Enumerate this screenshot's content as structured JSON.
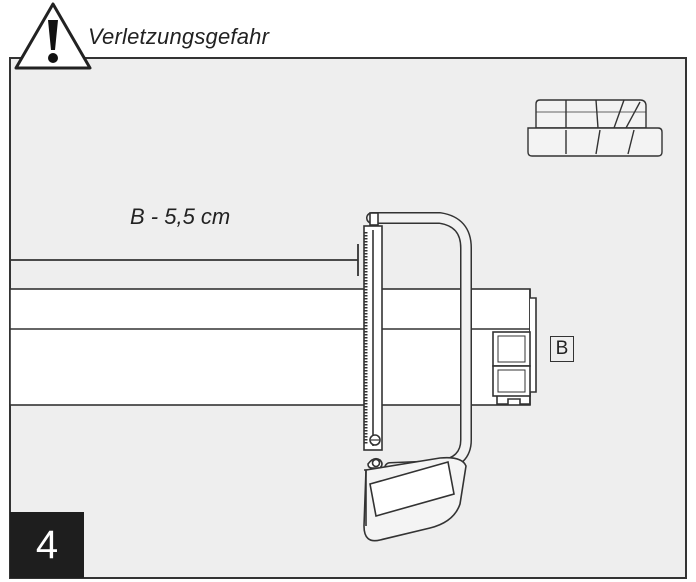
{
  "warning": {
    "icon": "warning-triangle-icon",
    "label": "Verletzungsgefahr"
  },
  "dimension": {
    "label": "B - 5,5 cm"
  },
  "profile_label": "B",
  "step_number": "4",
  "colors": {
    "line": "#333333",
    "panel_fill": "#eeeeee",
    "saw_fill": "#f2f2f2",
    "step_box": "#1e1e1e"
  }
}
